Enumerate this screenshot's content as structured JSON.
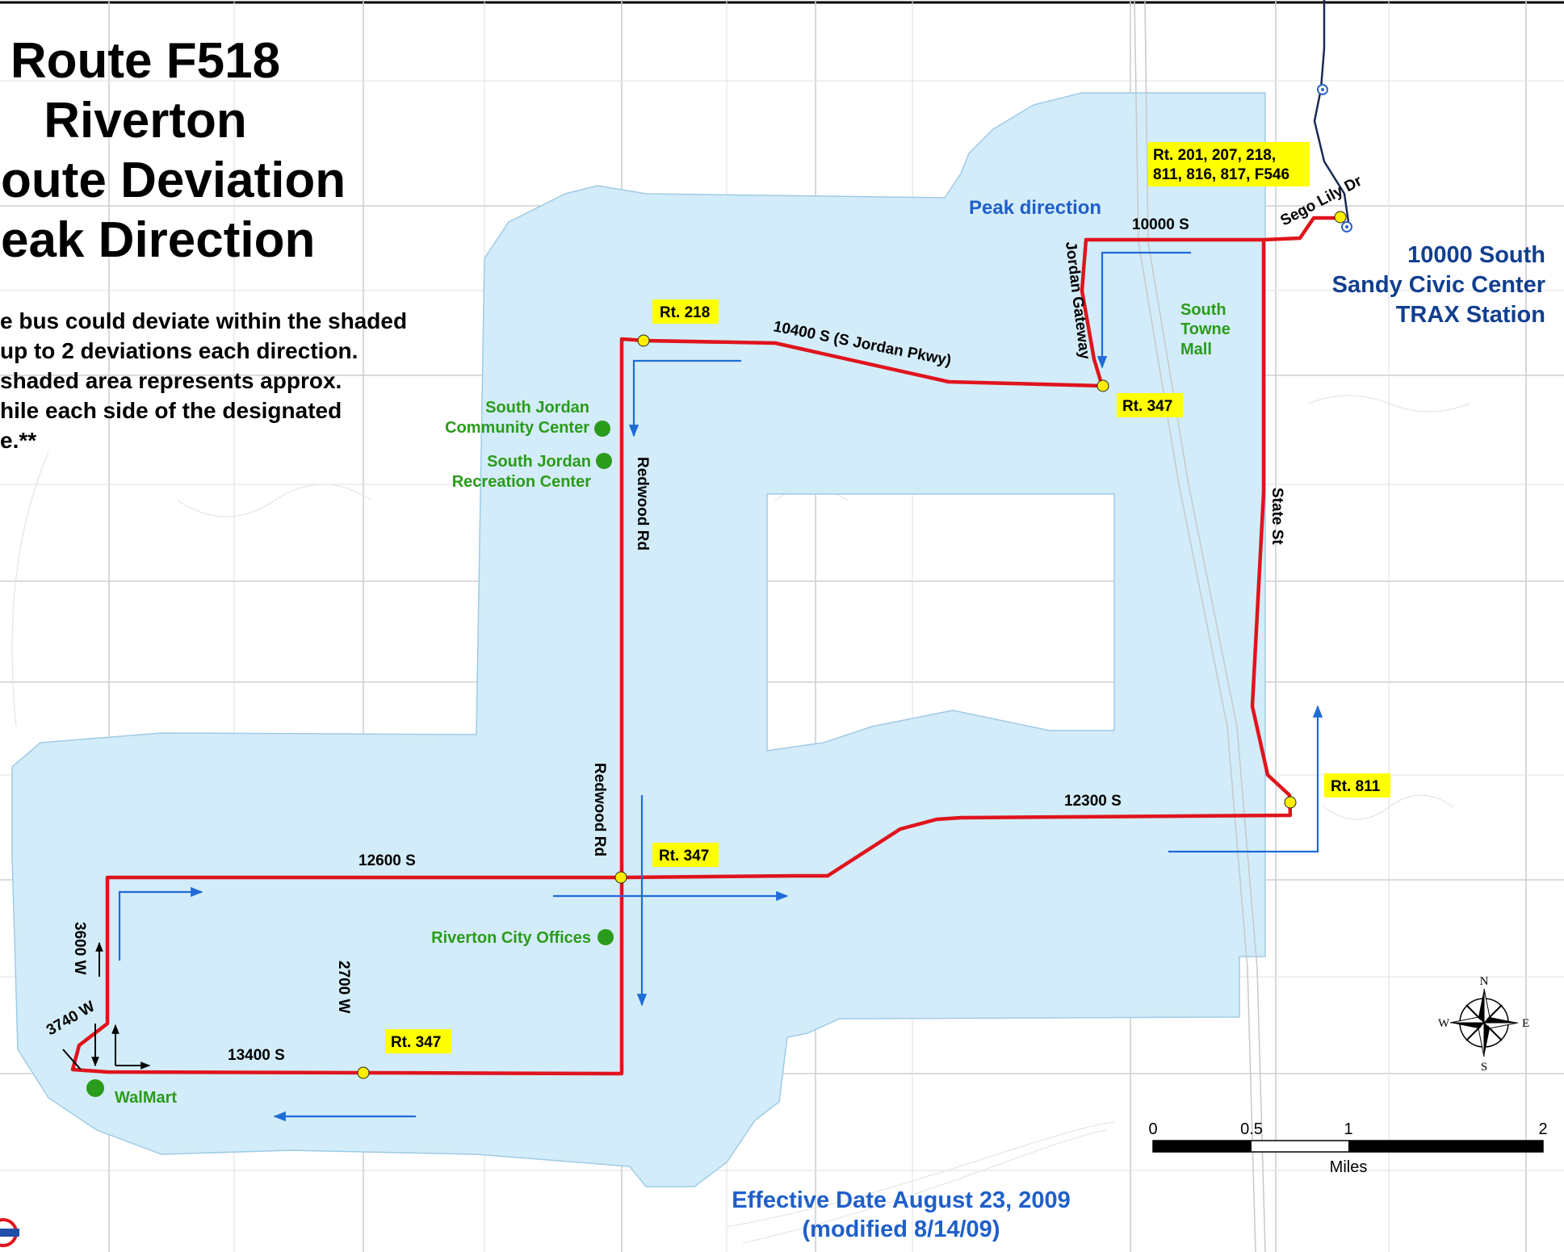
{
  "title": {
    "line1": "Route F518",
    "line2": "Riverton",
    "line3": "oute Deviation",
    "line4": "eak Direction"
  },
  "note": {
    "line1": "e bus could deviate within the shaded",
    "line2": " up to 2 deviations each direction.",
    "line3": "shaded area represents approx.",
    "line4": "hile each side of the designated",
    "line5": "e.**"
  },
  "streets": {
    "s10000": "10000 S",
    "s10400": "10400 S (S Jordan Pkwy)",
    "jordan_gateway": "Jordan Gateway",
    "state_st": "State St",
    "redwood1": "Redwood Rd",
    "redwood2": "Redwood Rd",
    "s12300": "12300 S",
    "s12600": "12600 S",
    "w3600": "3600 W",
    "w3740": "3740 W",
    "w2700": "2700 W",
    "s13400": "13400 S",
    "sego_lily": "Sego Lily Dr"
  },
  "transfers": {
    "top": [
      "Rt. 201, 207, 218,",
      "811, 816, 817, F546"
    ],
    "rt218": "Rt. 218",
    "rt347_top": "Rt. 347",
    "rt347_mid": "Rt. 347",
    "rt347_bottom": "Rt. 347",
    "rt811": "Rt. 811"
  },
  "poi": {
    "sj_community_1": "South Jordan",
    "sj_community_2": "Community Center",
    "sj_rec_1": "South Jordan",
    "sj_rec_2": "Recreation Center",
    "riverton_offices": "Riverton City Offices",
    "walmart": "WalMart",
    "south_towne_1": "South",
    "south_towne_2": "Towne",
    "south_towne_3": "Mall"
  },
  "peak_direction": "Peak direction",
  "station": {
    "line1": "10000 South",
    "line2": "Sandy Civic Center",
    "line3": "TRAX Station"
  },
  "scale": {
    "ticks": [
      "0",
      "0.5",
      "1",
      "2"
    ],
    "unit": "Miles"
  },
  "compass": {
    "n": "N",
    "s": "S",
    "e": "E",
    "w": "W"
  },
  "effective": {
    "line1": "Effective Date August 23, 2009",
    "line2": "(modified 8/14/09)"
  },
  "colors": {
    "route": "#e0141c",
    "shade": "#d3ecf9",
    "badge": "#ffff00",
    "poi_green": "#2a9b1a",
    "peak_blue": "#1f6bd8",
    "station_navy": "#113f8f"
  }
}
